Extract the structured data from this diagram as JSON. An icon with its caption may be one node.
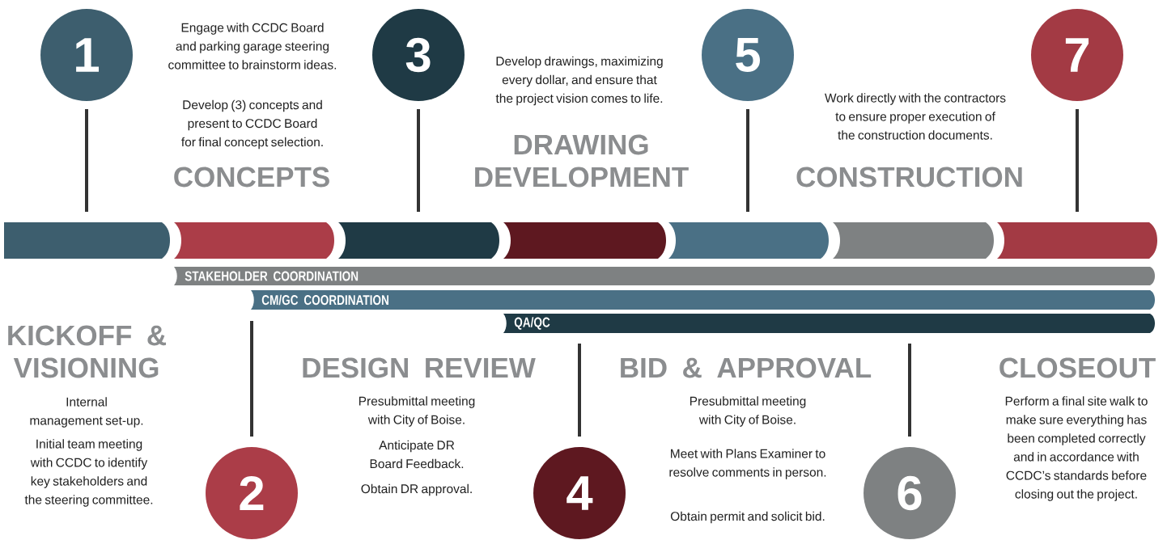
{
  "diagram": {
    "nodes": [
      {
        "text": [
          "1"
        ]
      },
      {
        "text": [
          "2"
        ]
      },
      {
        "text": [
          "3"
        ]
      },
      {
        "text": [
          "4"
        ]
      },
      {
        "text": [
          "5"
        ]
      },
      {
        "text": [
          "6"
        ]
      },
      {
        "text": [
          "7"
        ]
      },
      {
        "text": [],
        "shape": "bar"
      },
      {
        "text": [],
        "shape": "bar"
      },
      {
        "text": [],
        "shape": "bar"
      },
      {
        "text": [],
        "shape": "bar"
      },
      {
        "text": [],
        "shape": "bar"
      },
      {
        "text": [],
        "shape": "bar"
      },
      {
        "text": [],
        "shape": "bar"
      },
      {
        "text": [
          "STAKEHOLDER COORDINATION"
        ]
      },
      {
        "text": [
          "CM/GC COORDINATION"
        ]
      },
      {
        "text": [
          "QA/QC"
        ]
      }
    ],
    "labels": [
      "KICKOFF & VISIONING",
      "Internal management set-up.",
      "Initial team meeting with CCDC to identify key stakeholders and the steering committee.",
      "Engage with CCDC Board and parking garage steering committee to brainstorm ideas.",
      "Develop (3) concepts and present to CCDC Board for final concept selection.",
      "CONCEPTS",
      "DESIGN REVIEW",
      "Presubmittal meeting with City of Boise.",
      "Anticipate DR Board Feedback.",
      "Obtain DR approval.",
      "Develop drawings, maximizing every dollar, and ensure that the project vision comes to life.",
      "DRAWING DEVELOPMENT",
      "BID & APPROVAL",
      "Presubmittal meeting with City of Boise.",
      "Meet with Plans Examiner to resolve comments in person.",
      "Obtain permit and solicit bid.",
      "Work directly with the contractors to ensure proper execution of the construction documents.",
      "CONSTRUCTION",
      "CLOSEOUT",
      "Perform a final site walk to make sure everything has been completed correctly and in accordance with CCDC’s standards before closing out the project."
    ]
  }
}
